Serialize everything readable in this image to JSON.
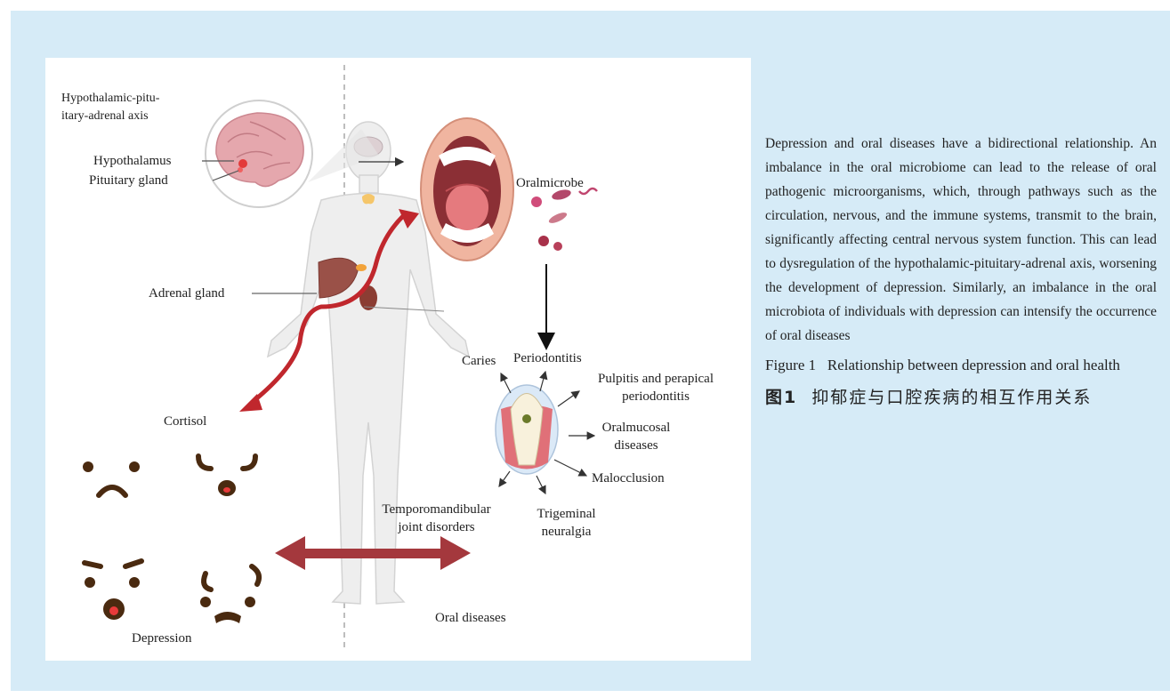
{
  "figure": {
    "labels": {
      "hpa_axis": "Hypothalamic-pitu-\nitary-adrenal axis",
      "hypothalamus": "Hypothalamus",
      "pituitary": "Pituitary gland",
      "adrenal": "Adrenal gland",
      "cortisol": "Cortisol",
      "depression": "Depression",
      "oralmicrobe": "Oralmicrobe",
      "caries": "Caries",
      "periodontitis": "Periodontitis",
      "pulpitis": "Pulpitis and perapical\nperiodontitis",
      "oralmucosal": "Oralmucosal\ndiseases",
      "malocclusion": "Malocclusion",
      "tmj": "Temporomandibular\njoint disorders",
      "trigeminal": "Trigeminal\nneuralgia",
      "oral_diseases": "Oral diseases"
    }
  },
  "caption": {
    "body": "Depression and oral diseases have a bidirectional relationship. An imbalance in the oral microbiome can lead to the release of oral pathogenic microorganisms, which, through pathways such as the circulation, nervous, and the immune systems, transmit to the brain, significantly affecting central nervous system function. This can lead to dysregulation of the hypothalamic-pituitary-adrenal axis, worsening the development of depression. Similarly, an imbalance in the oral microbiota of individuals with depression can intensify the occurrence of oral diseases",
    "figure_label_en": "Figure 1",
    "figure_title_en": "Relationship between depression and oral health",
    "figure_label_zh": "图1",
    "figure_title_zh": "抑郁症与口腔疾病的相互作用关系"
  },
  "colors": {
    "panel_bg": "#d6ebf7",
    "arrow_red": "#c0272d",
    "double_arrow": "#a4383d",
    "face": "#4a2a10"
  }
}
